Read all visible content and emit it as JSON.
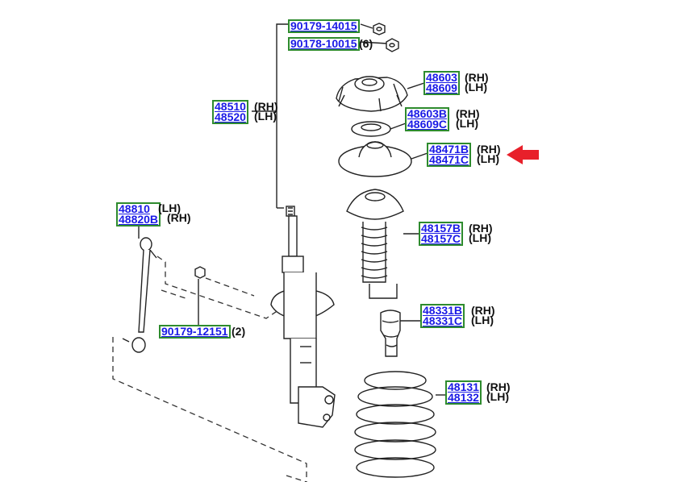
{
  "colors": {
    "link": "#1a1ae6",
    "box": "#2e8b2e",
    "arrow": "#e8202a",
    "line": "#222222"
  },
  "labels": {
    "nut_main": {
      "part": "90179-14015",
      "suffix": ""
    },
    "nut_washer": {
      "part": "90178-10015",
      "suffix": "(6)"
    },
    "support": {
      "parts": [
        "48603",
        "48609"
      ],
      "suffix": [
        "(RH)",
        "(LH)"
      ]
    },
    "bearing": {
      "parts": [
        "48603B",
        "48609C"
      ],
      "suffix": [
        "(RH)",
        "(LH)"
      ]
    },
    "seat": {
      "parts": [
        "48471B",
        "48471C"
      ],
      "suffix": [
        "(RH)",
        "(LH)"
      ]
    },
    "strut": {
      "parts": [
        "48510",
        "48520"
      ],
      "suffix": [
        "(RH)",
        "(LH)"
      ]
    },
    "stabilizer_link": {
      "parts": [
        "48810",
        "48820B"
      ],
      "suffix": [
        "(LH)",
        "(RH)"
      ]
    },
    "stab_nut": {
      "part": "90179-12151",
      "suffix": "(2)"
    },
    "boot": {
      "parts": [
        "48157B",
        "48157C"
      ],
      "suffix": [
        "(RH)",
        "(LH)"
      ]
    },
    "bumper": {
      "parts": [
        "48331B",
        "48331C"
      ],
      "suffix": [
        "(RH)",
        "(LH)"
      ]
    },
    "spring": {
      "parts": [
        "48131",
        "48132"
      ],
      "suffix": [
        "(RH)",
        "(LH)"
      ]
    }
  },
  "highlight": {
    "target": "seat",
    "icon": "arrow-left-icon"
  }
}
